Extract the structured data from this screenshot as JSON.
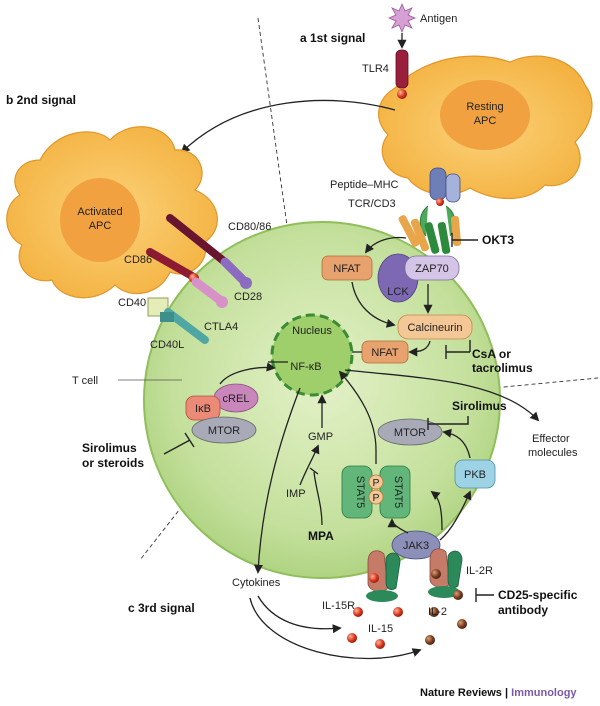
{
  "labels": {
    "antigen": "Antigen",
    "signal1": "a  1st signal",
    "tlr4": "TLR4",
    "resting_apc_line1": "Resting",
    "resting_apc_line2": "APC",
    "signal2": "b  2nd signal",
    "activated_apc_line1": "Activated",
    "activated_apc_line2": "APC",
    "peptide_mhc": "Peptide–MHC",
    "tcr_cd3": "TCR/CD3",
    "cd80_86": "CD80/86",
    "cd86": "CD86",
    "cd28": "CD28",
    "cd40": "CD40",
    "ctla4": "CTLA4",
    "cd40l": "CD40L",
    "okt3": "OKT3",
    "nfat_top": "NFAT",
    "zap70": "ZAP70",
    "lck": "LCK",
    "nucleus": "Nucleus",
    "calcineurin": "Calcineurin",
    "nfat_bottom": "NFAT",
    "nfkb": "NF-κB",
    "csa_line1": "CsA or",
    "csa_line2": "tacrolimus",
    "t_cell": "T cell",
    "ikb": "IκB",
    "crel": "cREL",
    "mtor_left": "MTOR",
    "sirolimus_steroids_line1": "Sirolimus",
    "sirolimus_steroids_line2": "or steroids",
    "sirolimus_right": "Sirolimus",
    "mtor_right": "MTOR",
    "effector_line1": "Effector",
    "effector_line2": "molecules",
    "gmp": "GMP",
    "imp": "IMP",
    "stat5_left": "STAT5",
    "stat5_right": "STAT5",
    "p": "P",
    "pkb": "PKB",
    "mpa": "MPA",
    "jak3": "JAK3",
    "il2r": "IL-2R",
    "cytokines": "Cytokines",
    "cd25_line1": "CD25-specific",
    "cd25_line2": "antibody",
    "il15r": "IL-15R",
    "il2": "IL-2",
    "signal3": "c  3rd signal",
    "il15": "IL-15"
  },
  "credit": {
    "journal": "Nature Reviews",
    "separator": " | ",
    "section": "Immunology"
  },
  "colors": {
    "apc_fill": "#f6b94a",
    "apc_nucleus": "#f0a03e",
    "cell_fill": "#c2df97",
    "cell_edge": "#8fbe5a",
    "molecule_fill": "#c9c9d3",
    "nfat_fill": "#e8a26d",
    "calcineurin_fill": "#f4c797",
    "stat5_fill": "#62b67a",
    "pkb_fill": "#9ed3e6",
    "zap70_fill": "#d4c5e6",
    "lck_fill": "#7d68b4",
    "ikb_fill": "#ec8a78",
    "crel_fill": "#c986bb",
    "cytokine_fill": "#d8381e",
    "il2_fill": "#7b3d20",
    "credit_accent": "#7a5aa8"
  }
}
